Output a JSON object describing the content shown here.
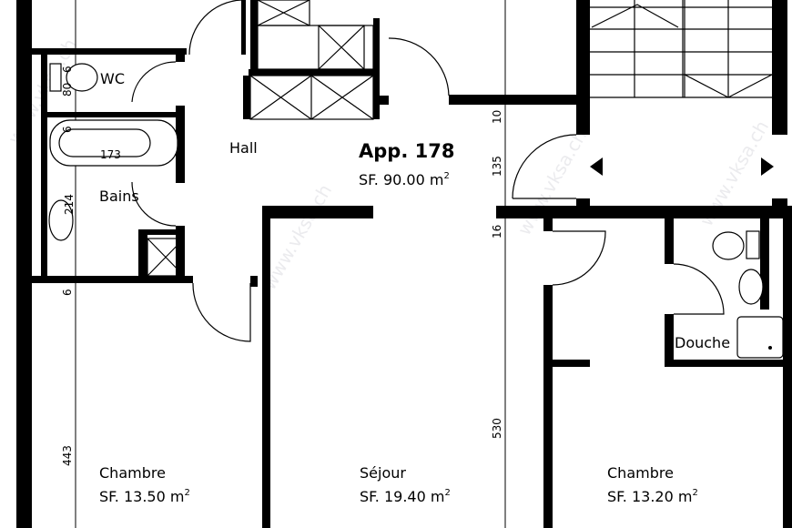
{
  "apartment": {
    "title": "App. 178",
    "surface": "SF. 90.00 m",
    "surface_sup": "2"
  },
  "rooms": {
    "wc": "WC",
    "hall": "Hall",
    "bains": "Bains",
    "douche": "Douche",
    "chambre_left": {
      "name": "Chambre",
      "surface": "SF. 13.50 m",
      "sup": "2"
    },
    "sejour": {
      "name": "Séjour",
      "surface": "SF. 19.40 m",
      "sup": "2"
    },
    "chambre_right": {
      "name": "Chambre",
      "surface": "SF. 13.20 m",
      "sup": "2"
    }
  },
  "dimensions": {
    "left": [
      "6",
      "80",
      "6",
      "214",
      "6",
      "443"
    ],
    "bath_length": "173",
    "right": [
      "10",
      "135",
      "16",
      "530"
    ]
  },
  "watermark": "www.vksa.ch"
}
